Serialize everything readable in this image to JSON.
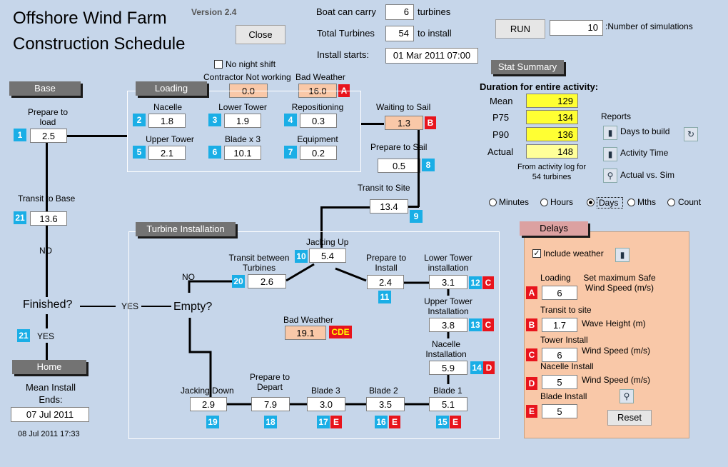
{
  "title_line1": "Offshore Wind Farm",
  "title_line2": "Construction Schedule",
  "version": "Version 2.4",
  "close_label": "Close",
  "boat_label": "Boat can carry",
  "boat_value": "6",
  "boat_unit": "turbines",
  "total_label": "Total Turbines",
  "total_value": "54",
  "total_unit": "to install",
  "install_label": "Install starts:",
  "install_value": "01 Mar 2011 07:00",
  "run_label": "RUN",
  "sims_value": "10",
  "sims_label": ":Number of simulations",
  "no_night_shift": "No night shift",
  "contractor_label": "Contractor Not working",
  "contractor_value": "0.0",
  "bad_weather_label": "Bad Weather",
  "bad_weather_value": "16.0",
  "letter_A": "A",
  "letter_B": "B",
  "letter_C": "C",
  "letter_D": "D",
  "letter_E": "E",
  "letter_CDE": "CDE",
  "base_header": "Base",
  "loading_header": "Loading",
  "turbine_header": "Turbine Installation",
  "home_header": "Home",
  "stat_header": "Stat Summary",
  "delays_header": "Delays",
  "prepare_load_label": "Prepare to load",
  "n1": "1",
  "v1": "2.5",
  "nacelle_label": "Nacelle",
  "n2": "2",
  "v2": "1.8",
  "lower_tower_label": "Lower Tower",
  "n3": "3",
  "v3": "1.9",
  "repositioning_label": "Repositioning",
  "n4": "4",
  "v4": "0.3",
  "upper_tower_label": "Upper Tower",
  "n5": "5",
  "v5": "2.1",
  "blade_x3_label": "Blade x 3",
  "n6": "6",
  "v6": "10.1",
  "equipment_label": "Equipment",
  "n7": "7",
  "v7": "0.2",
  "waiting_label": "Waiting to Sail",
  "waiting_value": "1.3",
  "prepare_sail_label": "Prepare to Sail",
  "n8": "8",
  "v8": "0.5",
  "transit_site_label": "Transit to Site",
  "n9": "9",
  "v9": "13.4",
  "jacking_up_label": "Jacking Up",
  "n10": "10",
  "v10": "5.4",
  "prepare_install_label": "Prepare to Install",
  "n11": "11",
  "v11": "2.4",
  "lower_tower_inst_label": "Lower Tower installation",
  "n12": "12",
  "v12": "3.1",
  "upper_tower_inst_label": "Upper Tower Installation",
  "n13": "13",
  "v13": "3.8",
  "nacelle_inst_label": "Nacelle Installation",
  "n14": "14",
  "v14": "5.9",
  "blade1_label": "Blade 1",
  "n15": "15",
  "v15": "5.1",
  "blade2_label": "Blade 2",
  "n16": "16",
  "v16": "3.5",
  "blade3_label": "Blade 3",
  "n17": "17",
  "v17": "3.0",
  "prepare_depart_label": "Prepare to Depart",
  "n18": "18",
  "v18": "7.9",
  "jacking_down_label": "Jacking Down",
  "n19": "19",
  "v19": "2.9",
  "transit_between_label": "Transit between Turbines",
  "n20": "20",
  "v20": "2.6",
  "transit_base_label": "Transit to Base",
  "n21": "21",
  "v21": "13.6",
  "bad_weather2_label": "Bad Weather",
  "bad_weather2_value": "19.1",
  "finished_label": "Finished?",
  "empty_label": "Empty?",
  "yes": "YES",
  "no": "NO",
  "mean_install_label": "Mean Install Ends:",
  "mean_install_value": "07 Jul 2011",
  "timestamp": "08 Jul 2011 17:33",
  "duration_label": "Duration for entire activity:",
  "mean_label": "Mean",
  "mean_value": "129",
  "p75_label": "P75",
  "p75_value": "134",
  "p90_label": "P90",
  "p90_value": "136",
  "actual_label": "Actual",
  "actual_value": "148",
  "from_log_label": "From activity log for 54 turbines",
  "reports_label": "Reports",
  "days_build_label": "Days to build",
  "activity_time_label": "Activity Time",
  "actual_sim_label": "Actual vs. Sim",
  "units": [
    "Minutes",
    "Hours",
    "Days",
    "Mths",
    "Count"
  ],
  "selected_unit": "Days",
  "include_weather": "Include weather",
  "loading_delay_label": "Loading",
  "loading_delay_value": "6",
  "safe_wind_label": "Set maximum Safe Wind Speed (m/s)",
  "transit_delay_label": "Transit to site",
  "transit_delay_value": "1.7",
  "wave_label": "Wave Height (m)",
  "tower_delay_label": "Tower Install",
  "tower_delay_value": "6",
  "wind_label": "Wind Speed (m/s)",
  "nacelle_delay_label": "Nacelle Install",
  "nacelle_delay_value": "5",
  "blade_delay_label": "Blade Install",
  "blade_delay_value": "5",
  "reset_label": "Reset",
  "colors": {
    "background": "#c6d6ea",
    "number_badge": "#1aaee6",
    "letter_badge": "#e8141c",
    "highlight_yellow": "#ffff33",
    "delays_panel": "#f9c8a8"
  }
}
